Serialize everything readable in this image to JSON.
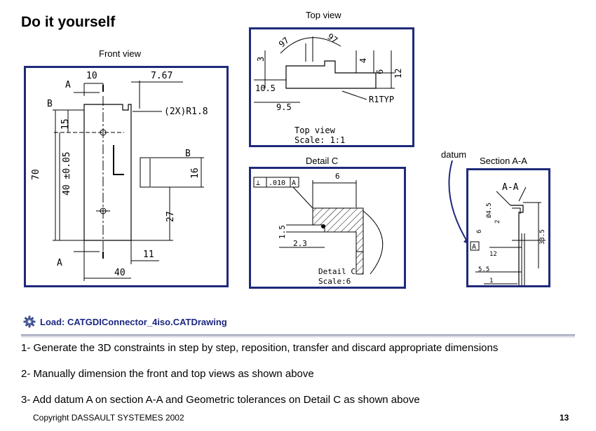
{
  "slide": {
    "title": "Do it yourself",
    "page_number": "13",
    "copyright": "Copyright DASSAULT SYSTEMES 2002"
  },
  "captions": {
    "front_view": "Front view",
    "top_view": "Top view",
    "detail_c": "Detail C",
    "datum": "datum",
    "section_aa": "Section A-A"
  },
  "front_view": {
    "dims": {
      "d10": "10",
      "d767": "7.67",
      "d15": "15",
      "d2xr18": "(2X)R1.8",
      "d70": "70",
      "d40tol": "40 ±0.05",
      "d16": "16",
      "d27": "27",
      "d11": "11",
      "d40": "40"
    },
    "labels": {
      "a_top": "A",
      "b_left": "B",
      "b_right": "B",
      "a_bottom": "A"
    }
  },
  "top_view": {
    "dims": {
      "d97a": "97",
      "d97b": "97",
      "d3": "3",
      "d4": "4",
      "d6": "6",
      "d12": "12",
      "d105": "10.5",
      "d95": "9.5",
      "r1typ": "R1TYP"
    },
    "note_name": "Top view",
    "note_scale": "Scale: 1:1"
  },
  "detail_c": {
    "tolerance_symbol": "⊥",
    "tolerance_value": ".010",
    "tolerance_datum": "A",
    "dims": {
      "d6": "6",
      "d15": "1.5",
      "d23": "2.3"
    },
    "note_name": "Detail C",
    "note_scale": "Scale:6"
  },
  "section_aa": {
    "heading": "A-A",
    "datum_letter": "A",
    "dims": {
      "phi45": "Ø4.5",
      "d2": "2",
      "d6": "6",
      "d335": "33.5",
      "d12": "12",
      "d55": "5.5",
      "d1": "1"
    }
  },
  "load": {
    "icon": "gear-icon",
    "text": "Load: CATGDIConnector_4iso.CATDrawing"
  },
  "steps": [
    "1- Generate the 3D constraints in step by step, reposition, transfer and discard appropriate dimensions",
    "2- Manually dimension the front and top views as shown above",
    "3- Add datum A on section A-A and Geometric tolerances on Detail C as shown above"
  ]
}
